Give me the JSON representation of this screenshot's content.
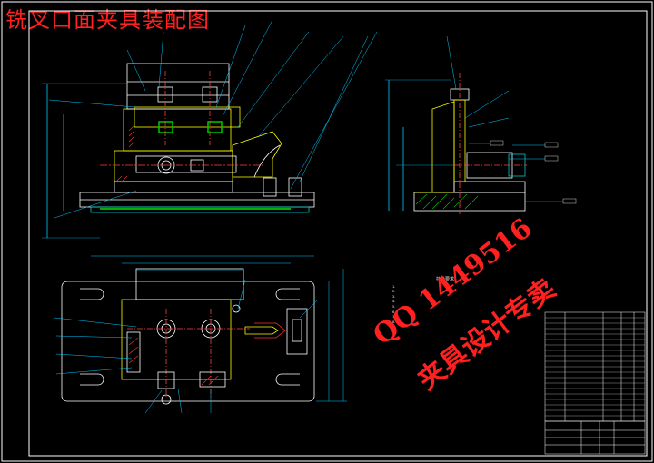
{
  "title": "铣叉口面夹具装配图",
  "watermark": {
    "line1": "QQ 1449516",
    "line2": "夹具设计专卖"
  },
  "tech_requirements": {
    "heading": "技术要求",
    "items": [
      "1.",
      "2.",
      "3.",
      "4.",
      "5.",
      "6.",
      "7.",
      "8."
    ]
  },
  "colors": {
    "background": "#000000",
    "frame": "#ffffff",
    "part_outline": "#ffffff",
    "body_line": "#ffff00",
    "fill_green": "#00c800",
    "fill_cyan": "#00c8c8",
    "hatch_red": "#ff3030",
    "dim_line": "#00c8ff",
    "center_line": "#ff4040",
    "watermark": "#ff2020"
  }
}
